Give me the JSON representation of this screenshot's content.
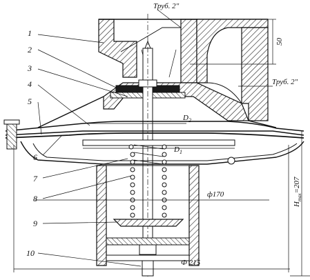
{
  "callouts": [
    "1",
    "2",
    "3",
    "4",
    "5",
    "6",
    "7",
    "8",
    "9",
    "10"
  ],
  "dimensions": {
    "pipe_top": "Труб. 2\"",
    "pipe_side": "Труб. 2\"",
    "height_50": "50",
    "d2": "D",
    "d2_sub": "2",
    "d1": "D",
    "d1_sub": "1",
    "phi170": "ф170",
    "phi215": "Ф 215",
    "hmax": "H",
    "hmax_sub": "max",
    "hmax_val": "=207"
  }
}
